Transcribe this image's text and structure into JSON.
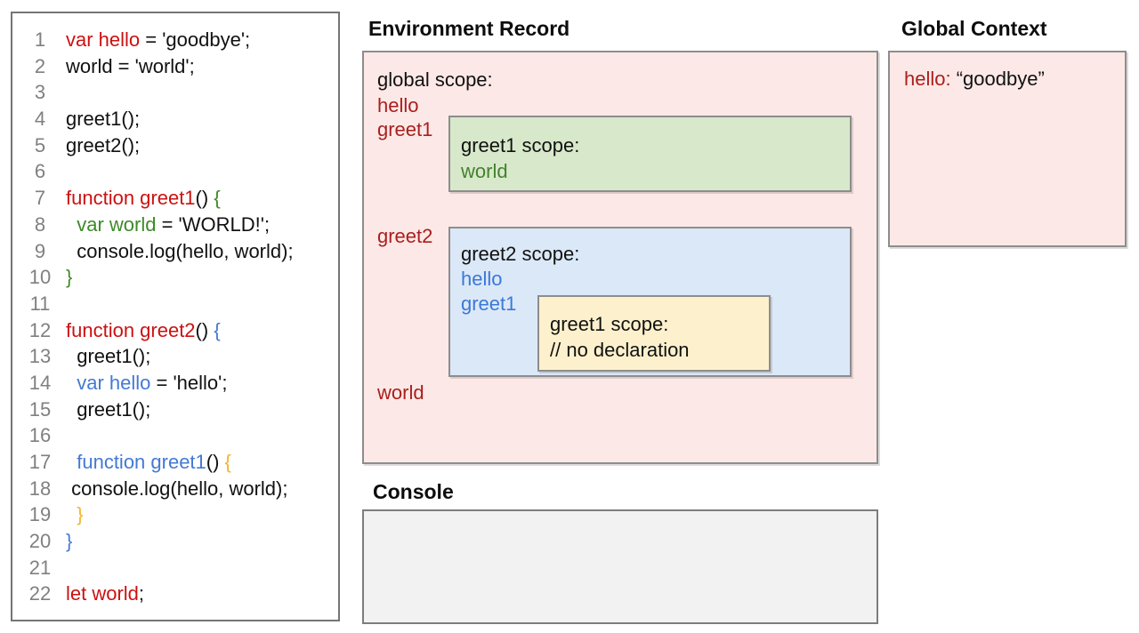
{
  "palette": {
    "code_red": "#cc1111",
    "code_green": "#3e8a27",
    "code_blue": "#4479d4",
    "code_yellow": "#f2b52f",
    "code_black": "#111111",
    "line_number_gray": "#808080",
    "env_red": "#aa1e1e",
    "env_green": "#44812f",
    "env_blue": "#3c78d8",
    "pink_fill": "#fce9e7",
    "green_fill": "#d8e9cb",
    "blue_fill": "#dbe8f7",
    "yellow_fill": "#fdf1cd",
    "console_fill": "#f2f2f2"
  },
  "headings": {
    "environment_record": "Environment Record",
    "global_context": "Global Context",
    "console": "Console"
  },
  "code": {
    "lines": [
      {
        "n": "1",
        "segs": [
          {
            "t": "var hello",
            "c": "code_red"
          },
          {
            "t": " = 'goodbye';",
            "c": "code_black"
          }
        ]
      },
      {
        "n": "2",
        "segs": [
          {
            "t": "world = 'world';",
            "c": "code_black"
          }
        ]
      },
      {
        "n": "3",
        "segs": []
      },
      {
        "n": "4",
        "segs": [
          {
            "t": "greet1();",
            "c": "code_black"
          }
        ]
      },
      {
        "n": "5",
        "segs": [
          {
            "t": "greet2();",
            "c": "code_black"
          }
        ]
      },
      {
        "n": "6",
        "segs": []
      },
      {
        "n": "7",
        "segs": [
          {
            "t": "function greet1",
            "c": "code_red"
          },
          {
            "t": "() ",
            "c": "code_black"
          },
          {
            "t": "{",
            "c": "code_green"
          }
        ]
      },
      {
        "n": "8",
        "segs": [
          {
            "t": "  ",
            "c": "code_black"
          },
          {
            "t": "var world",
            "c": "code_green"
          },
          {
            "t": " = 'WORLD!';",
            "c": "code_black"
          }
        ]
      },
      {
        "n": "9",
        "segs": [
          {
            "t": "  console.log(hello, world);",
            "c": "code_black"
          }
        ]
      },
      {
        "n": "10",
        "segs": [
          {
            "t": "}",
            "c": "code_green"
          }
        ]
      },
      {
        "n": "11",
        "segs": []
      },
      {
        "n": "12",
        "segs": [
          {
            "t": "function greet2",
            "c": "code_red"
          },
          {
            "t": "() ",
            "c": "code_black"
          },
          {
            "t": "{",
            "c": "code_blue"
          }
        ]
      },
      {
        "n": "13",
        "segs": [
          {
            "t": "  greet1();",
            "c": "code_black"
          }
        ]
      },
      {
        "n": "14",
        "segs": [
          {
            "t": "  ",
            "c": "code_black"
          },
          {
            "t": "var hello",
            "c": "code_blue"
          },
          {
            "t": " = 'hello';",
            "c": "code_black"
          }
        ]
      },
      {
        "n": "15",
        "segs": [
          {
            "t": "  greet1();",
            "c": "code_black"
          }
        ]
      },
      {
        "n": "16",
        "segs": []
      },
      {
        "n": "17",
        "segs": [
          {
            "t": "  ",
            "c": "code_black"
          },
          {
            "t": "function greet1",
            "c": "code_blue"
          },
          {
            "t": "() ",
            "c": "code_black"
          },
          {
            "t": "{",
            "c": "code_yellow"
          }
        ]
      },
      {
        "n": "18",
        "segs": [
          {
            "t": " console.log(hello, world);",
            "c": "code_black"
          }
        ]
      },
      {
        "n": "19",
        "segs": [
          {
            "t": "  ",
            "c": "code_black"
          },
          {
            "t": "}",
            "c": "code_yellow"
          }
        ]
      },
      {
        "n": "20",
        "segs": [
          {
            "t": "}",
            "c": "code_blue"
          }
        ]
      },
      {
        "n": "21",
        "segs": []
      },
      {
        "n": "22",
        "segs": [
          {
            "t": "let world",
            "c": "code_red"
          },
          {
            "t": ";",
            "c": "code_black"
          }
        ]
      }
    ]
  },
  "environment_record": {
    "global_scope": {
      "title": "global scope:",
      "vars": [
        "hello",
        "greet1",
        "greet2",
        "world"
      ]
    },
    "greet1_scope": {
      "title": "greet1 scope:",
      "var": "world"
    },
    "greet2_scope": {
      "title": "greet2 scope:",
      "vars": [
        "hello",
        "greet1"
      ]
    },
    "greet1_inner_scope": {
      "title": "greet1 scope:",
      "comment": "// no declaration"
    }
  },
  "global_context": {
    "key": "hello:",
    "value": "“goodbye”"
  },
  "console": {
    "content": ""
  }
}
